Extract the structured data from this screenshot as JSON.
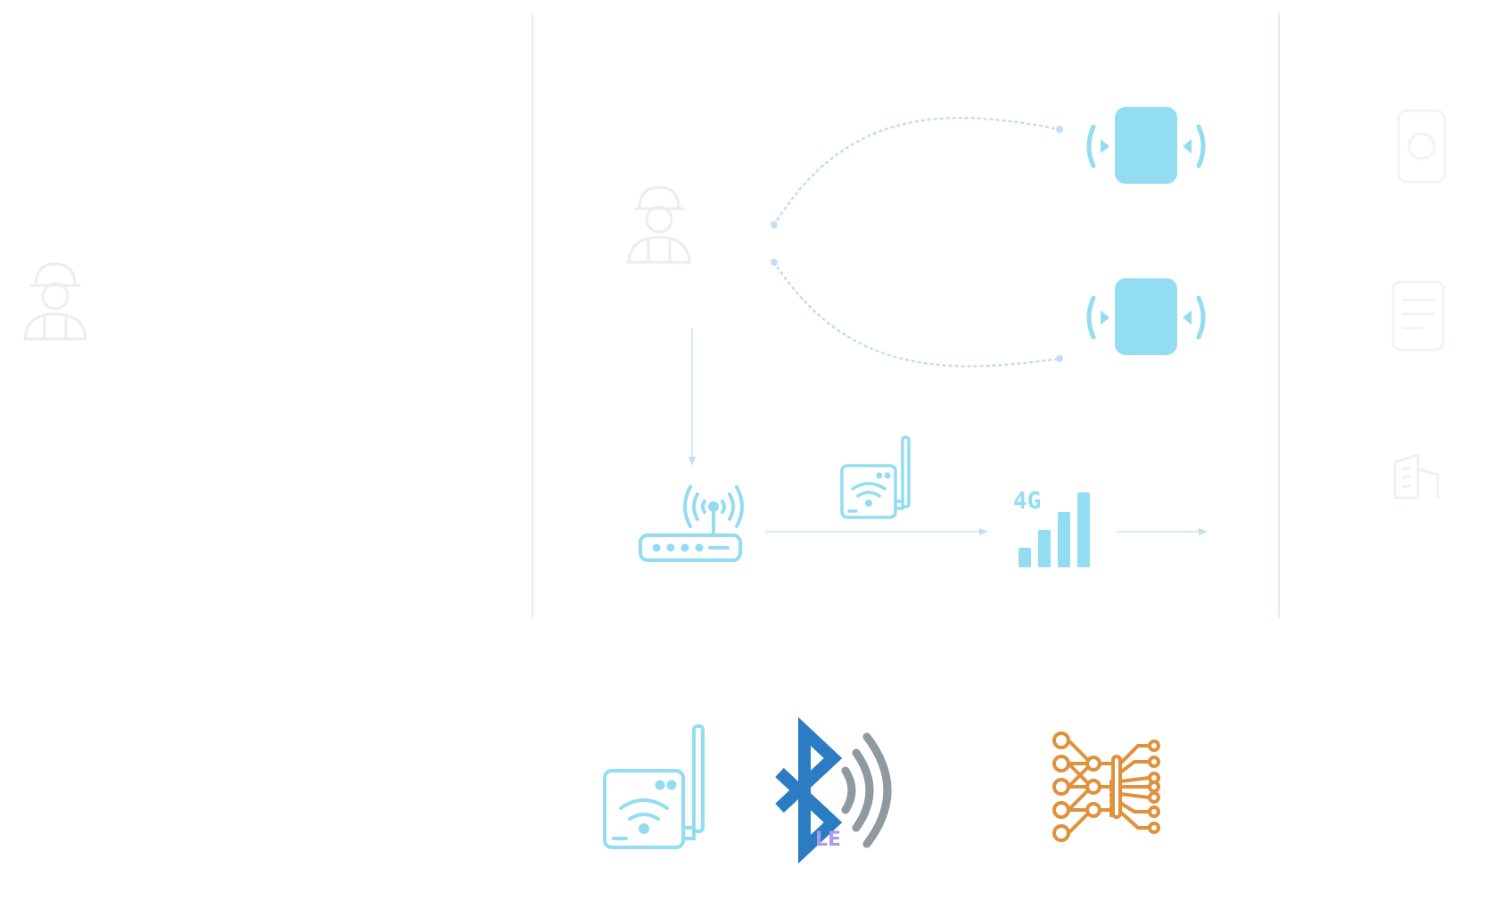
{
  "diagram": {
    "colors": {
      "primary": "#92ddf1",
      "faint": "#e9eef3",
      "line": "#d7e8f6",
      "dot": "#c5dcf7",
      "bluetooth_blue": "#2b7cc2",
      "bluetooth_gray": "#8f9a9e",
      "le_purple": "#a99bf0",
      "circuit_orange": "#e0913c"
    },
    "nodes": [
      {
        "id": "worker-left",
        "icon": "worker-icon"
      },
      {
        "id": "worker-center",
        "icon": "worker-icon"
      },
      {
        "id": "beacon-top",
        "icon": "beacon-tag-icon"
      },
      {
        "id": "beacon-bottom",
        "icon": "beacon-tag-icon"
      },
      {
        "id": "router",
        "icon": "wifi-router-icon"
      },
      {
        "id": "wifi-gateway-small",
        "icon": "wifi-gateway-icon"
      },
      {
        "id": "signal-4g",
        "icon": "signal-4g-icon"
      },
      {
        "id": "right-faint-1",
        "icon": "faint-device-icon"
      },
      {
        "id": "right-faint-2",
        "icon": "faint-device-icon"
      },
      {
        "id": "right-faint-3",
        "icon": "faint-building-icon"
      }
    ],
    "legend": [
      {
        "id": "wifi-gateway",
        "icon": "wifi-gateway-icon"
      },
      {
        "id": "bluetooth-le",
        "icon": "bluetooth-le-icon",
        "badge": "LE"
      },
      {
        "id": "neural-circuit",
        "icon": "neural-circuit-icon"
      }
    ],
    "labels": {
      "signal_badge": "4G",
      "bluetooth_badge": "LE"
    }
  }
}
